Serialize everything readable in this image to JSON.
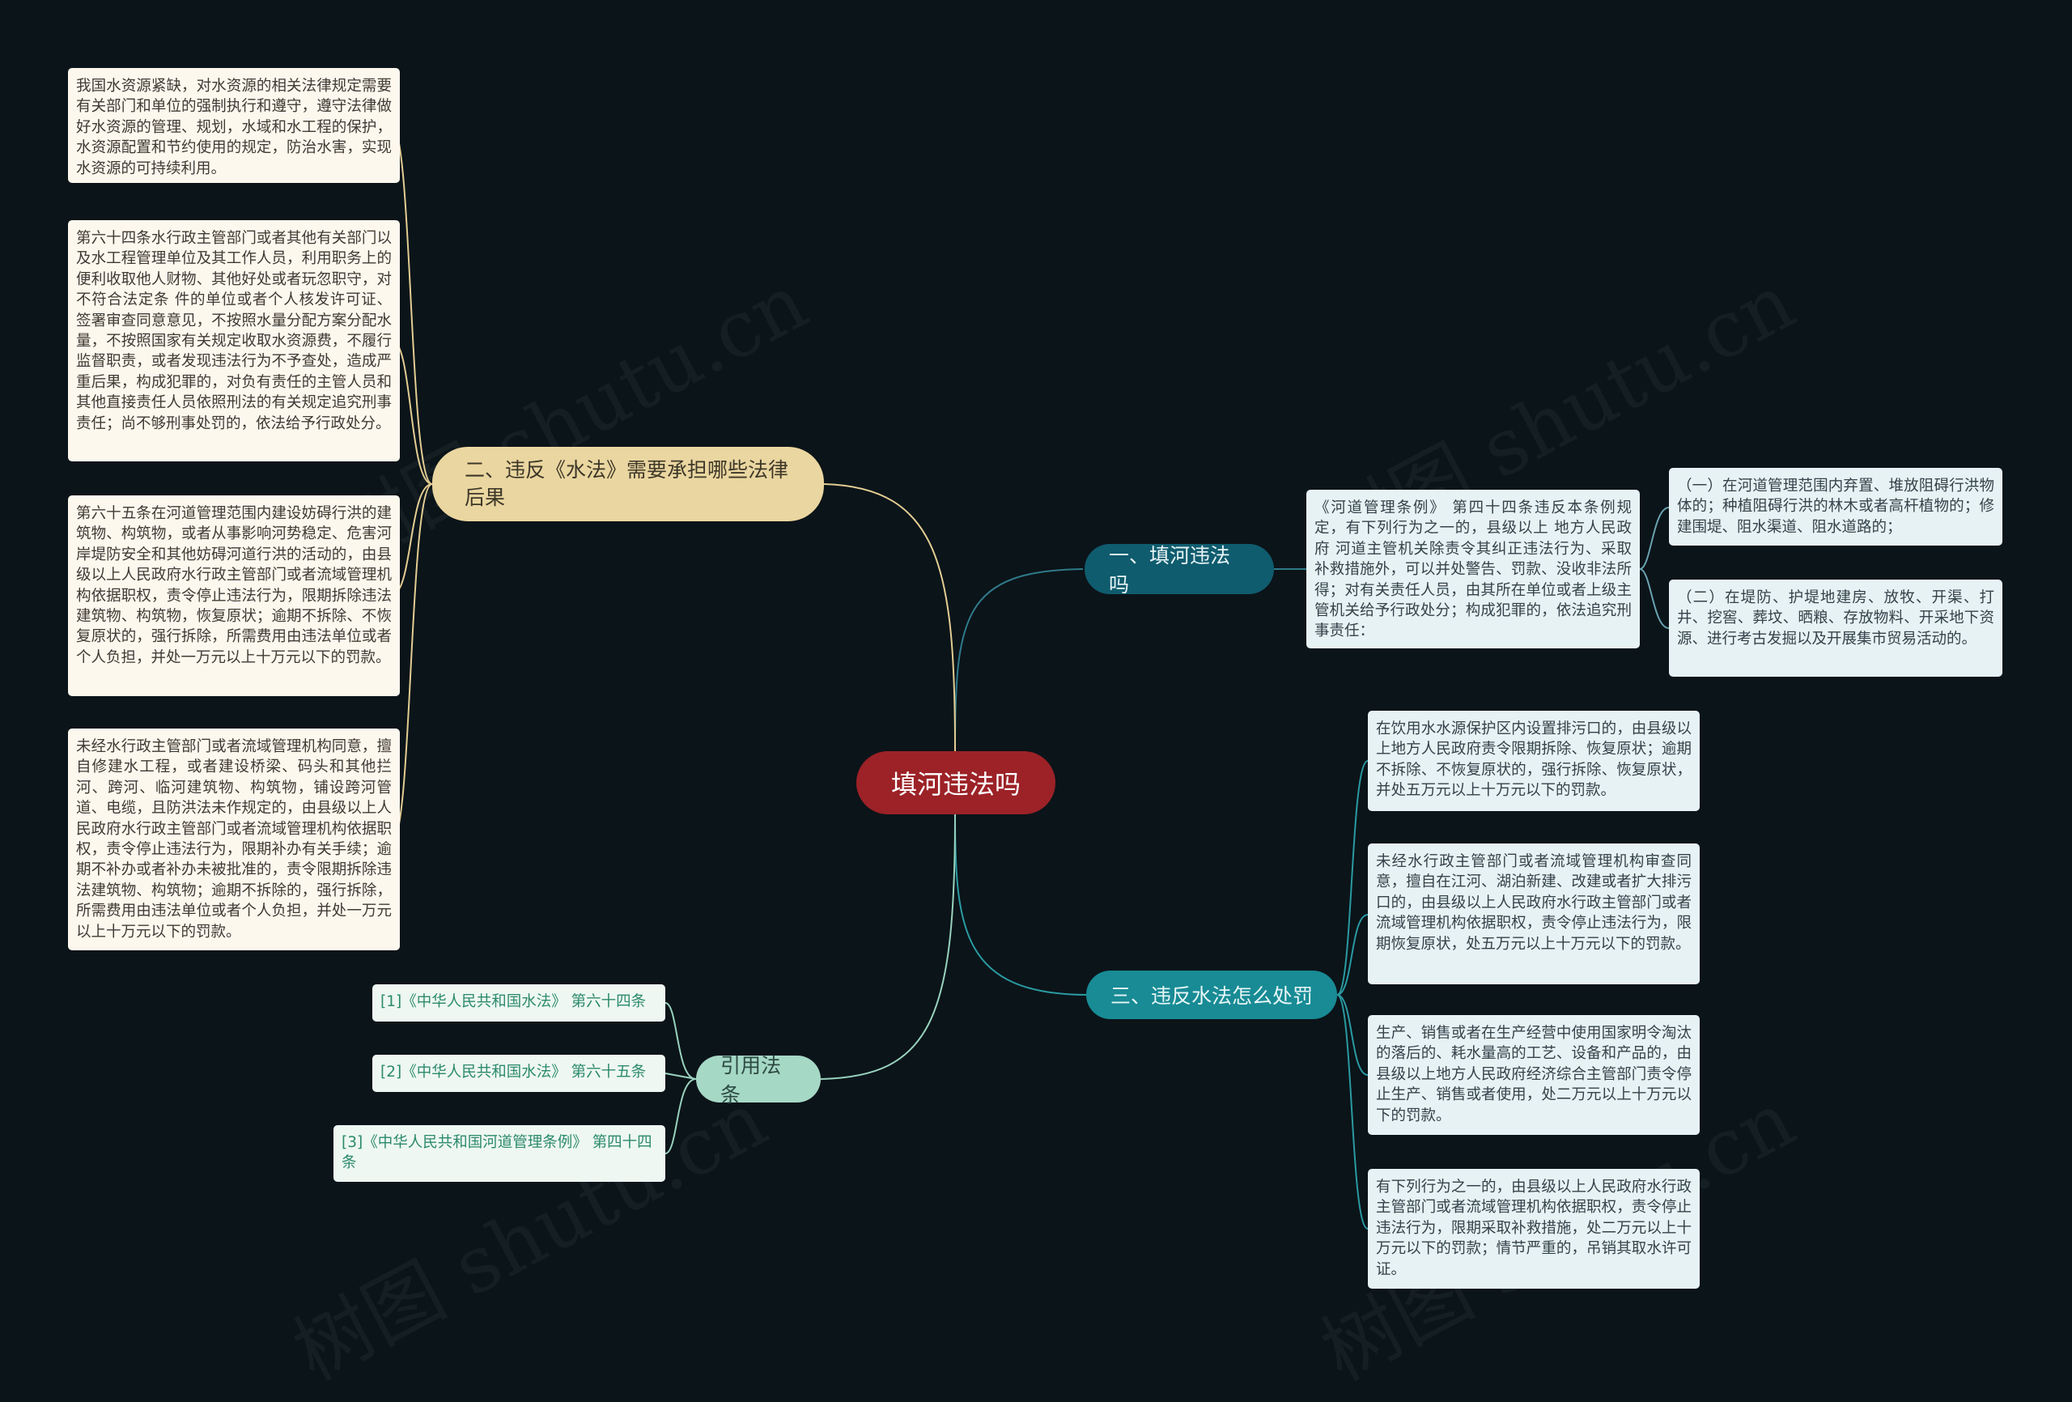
{
  "root": {
    "label": "填河违法吗"
  },
  "branches": {
    "b1": {
      "label": "一、填河违法吗",
      "summary": "《河道管理条例》 第四十四条违反本条例规定，有下列行为之一的，县级以上 地方人民政府 河道主管机关除责令其纠正违法行为、采取补救措施外，可以并处警告、罚款、没收非法所得；对有关责任人员，由其所在单位或者上级主管机关给予行政处分；构成犯罪的，依法追究刑事责任：",
      "items": [
        "（一）在河道管理范围内弃置、堆放阻碍行洪物体的；种植阻碍行洪的林木或者高杆植物的；修建围堤、阻水渠道、阻水道路的；",
        "（二）在堤防、护堤地建房、放牧、开渠、打井、挖窖、葬坟、晒粮、存放物料、开采地下资源、进行考古发掘以及开展集市贸易活动的。"
      ]
    },
    "b2": {
      "label": "二、违反《水法》需要承担哪些法律后果",
      "items": [
        "我国水资源紧缺，对水资源的相关法律规定需要有关部门和单位的强制执行和遵守，遵守法律做好水资源的管理、规划，水域和水工程的保护，水资源配置和节约使用的规定，防治水害，实现水资源的可持续利用。",
        "第六十四条水行政主管部门或者其他有关部门以及水工程管理单位及其工作人员，利用职务上的便利收取他人财物、其他好处或者玩忽职守，对不符合法定条 件的单位或者个人核发许可证、签署审查同意意见，不按照水量分配方案分配水量，不按照国家有关规定收取水资源费，不履行监督职责，或者发现违法行为不予查处，造成严重后果，构成犯罪的，对负有责任的主管人员和其他直接责任人员依照刑法的有关规定追究刑事责任；尚不够刑事处罚的，依法给予行政处分。",
        "第六十五条在河道管理范围内建设妨碍行洪的建筑物、构筑物，或者从事影响河势稳定、危害河岸堤防安全和其他妨碍河道行洪的活动的，由县级以上人民政府水行政主管部门或者流域管理机构依据职权，责令停止违法行为，限期拆除违法建筑物、构筑物，恢复原状；逾期不拆除、不恢复原状的，强行拆除，所需费用由违法单位或者个人负担，并处一万元以上十万元以下的罚款。",
        "未经水行政主管部门或者流域管理机构同意，擅自修建水工程，或者建设桥梁、码头和其他拦河、跨河、临河建筑物、构筑物，铺设跨河管道、电缆，且防洪法未作规定的，由县级以上人民政府水行政主管部门或者流域管理机构依据职权，责令停止违法行为，限期补办有关手续；逾期不补办或者补办未被批准的，责令限期拆除违法建筑物、构筑物；逾期不拆除的，强行拆除，所需费用由违法单位或者个人负担，并处一万元以上十万元以下的罚款。"
      ]
    },
    "b3": {
      "label": "三、违反水法怎么处罚",
      "items": [
        "在饮用水水源保护区内设置排污口的，由县级以上地方人民政府责令限期拆除、恢复原状；逾期不拆除、不恢复原状的，强行拆除、恢复原状，并处五万元以上十万元以下的罚款。",
        "未经水行政主管部门或者流域管理机构审查同意，擅自在江河、湖泊新建、改建或者扩大排污口的，由县级以上人民政府水行政主管部门或者流域管理机构依据职权，责令停止违法行为，限期恢复原状，处五万元以上十万元以下的罚款。",
        "生产、销售或者在生产经营中使用国家明令淘汰的落后的、耗水量高的工艺、设备和产品的，由县级以上地方人民政府经济综合主管部门责令停止生产、销售或者使用，处二万元以上十万元以下的罚款。",
        "有下列行为之一的，由县级以上人民政府水行政主管部门或者流域管理机构依据职权，责令停止违法行为，限期采取补救措施，处二万元以上十万元以下的罚款；情节严重的，吊销其取水许可证。"
      ]
    },
    "b4": {
      "label": "引用法条",
      "items": [
        "[1]《中华人民共和国水法》 第六十四条",
        "[2]《中华人民共和国水法》 第六十五条",
        "[3]《中华人民共和国河道管理条例》 第四十四条"
      ]
    }
  },
  "watermark": "树图 shutu.cn",
  "colors": {
    "background": "#0b1419",
    "root": "#9c2227",
    "branch1": "#0f5c6e",
    "branch2": "#ead6a0",
    "branch3": "#188b95",
    "branch4": "#a6d8c6"
  }
}
